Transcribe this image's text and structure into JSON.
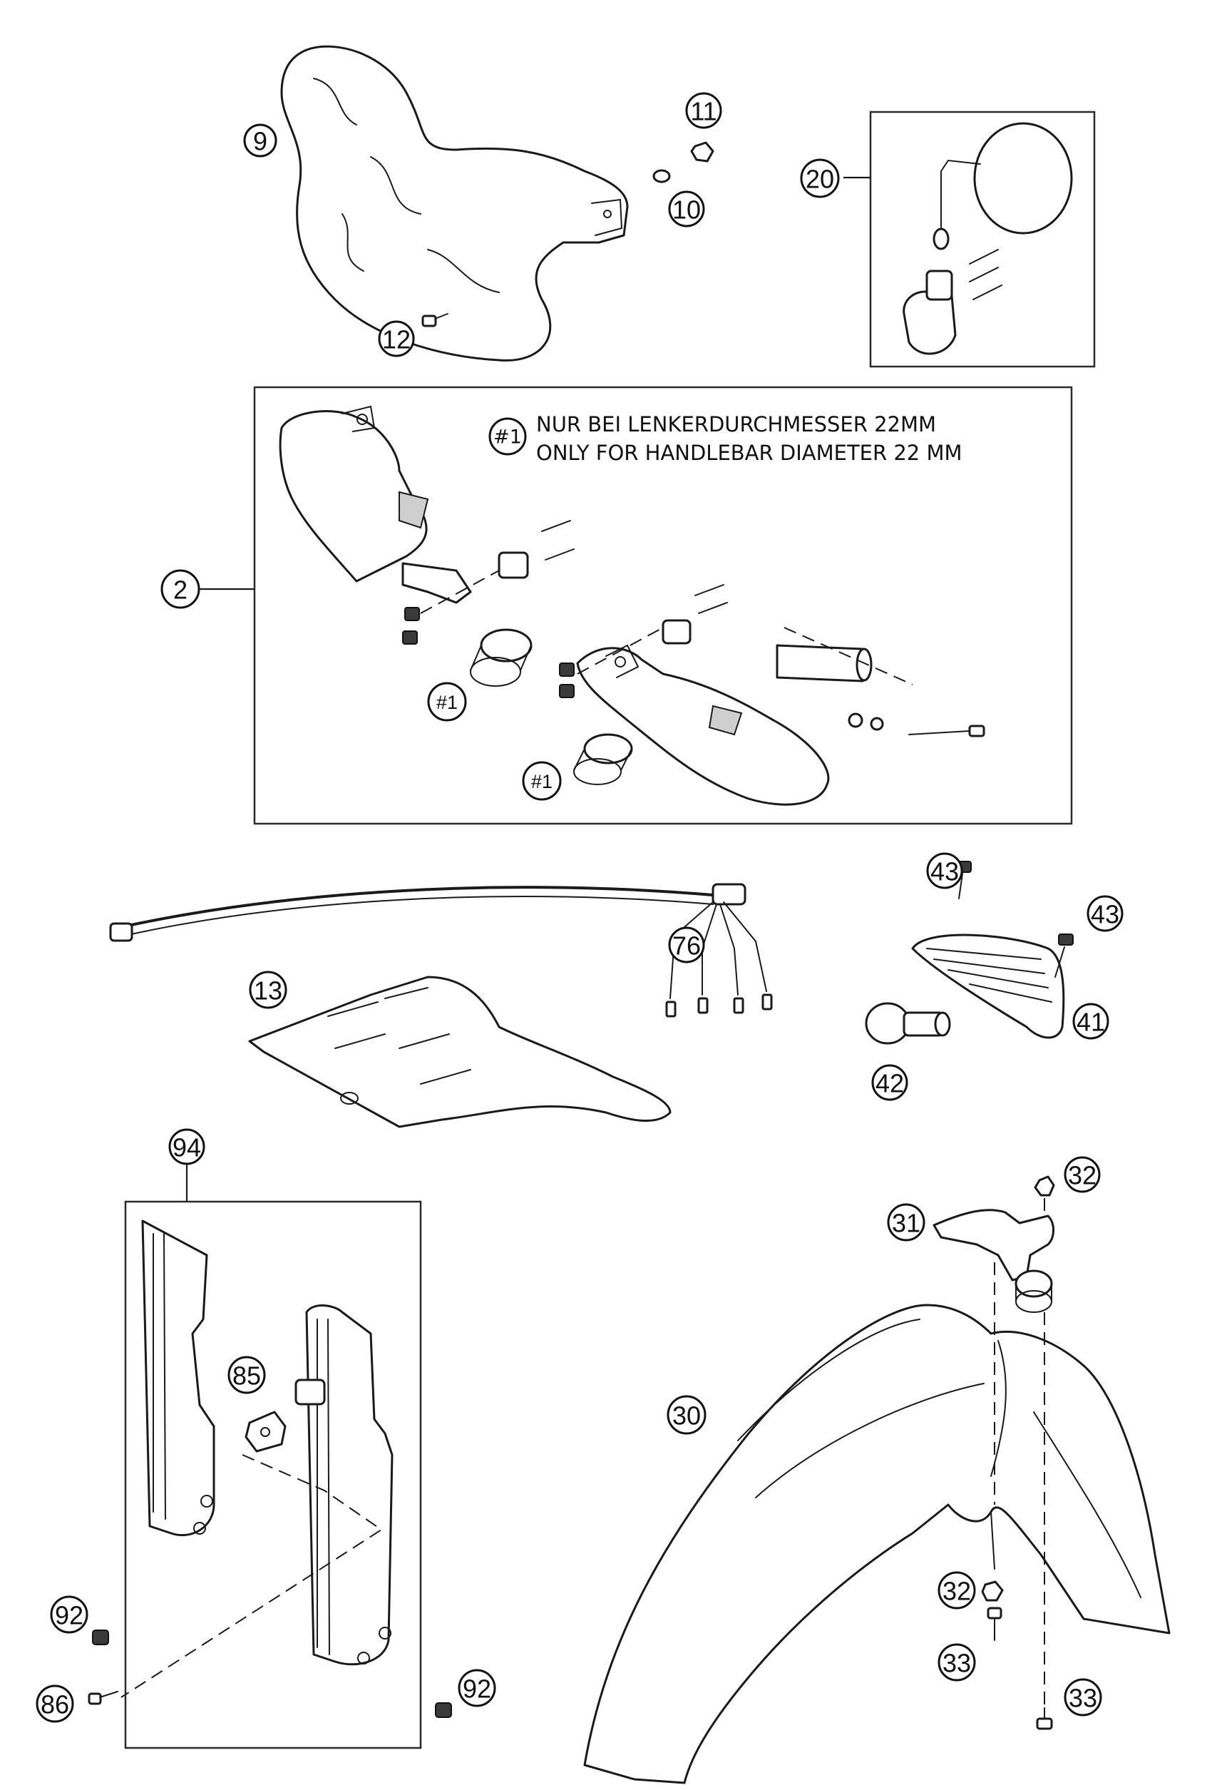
{
  "callouts": {
    "c9": "9",
    "c11": "11",
    "c10": "10",
    "c12": "12",
    "c20": "20",
    "c2": "2",
    "c1a": "#1",
    "c1b": "#1",
    "c1c": "#1",
    "c76": "76",
    "c13": "13",
    "c43a": "43",
    "c43b": "43",
    "c41": "41",
    "c42": "42",
    "c94": "94",
    "c85": "85",
    "c92a": "92",
    "c92b": "92",
    "c86": "86",
    "c32a": "32",
    "c31": "31",
    "c30": "30",
    "c32b": "32",
    "c33a": "33",
    "c33b": "33"
  },
  "note": {
    "marker": "#1",
    "line1": "NUR BEI LENKERDURCHMESSER 22MM",
    "line2": "ONLY FOR HANDLEBAR DIAMETER 22 MM"
  }
}
